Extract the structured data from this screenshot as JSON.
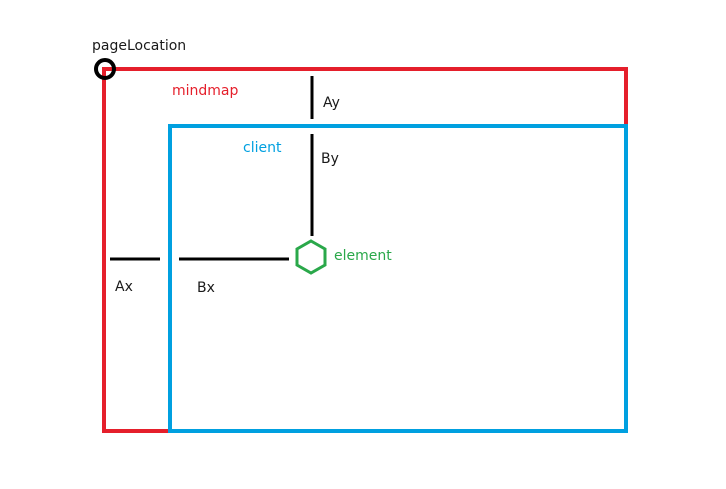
{
  "labels": {
    "page_location": "pageLocation",
    "mindmap": "mindmap",
    "client": "client",
    "element": "element",
    "ax": "Ax",
    "ay": "Ay",
    "bx": "Bx",
    "by": "By"
  },
  "colors": {
    "mindmap": "#e51f2b",
    "client": "#00a0e0",
    "element": "#2aa84a",
    "text": "#1a1a1a",
    "marker": "#000000",
    "background": "#ffffff"
  }
}
